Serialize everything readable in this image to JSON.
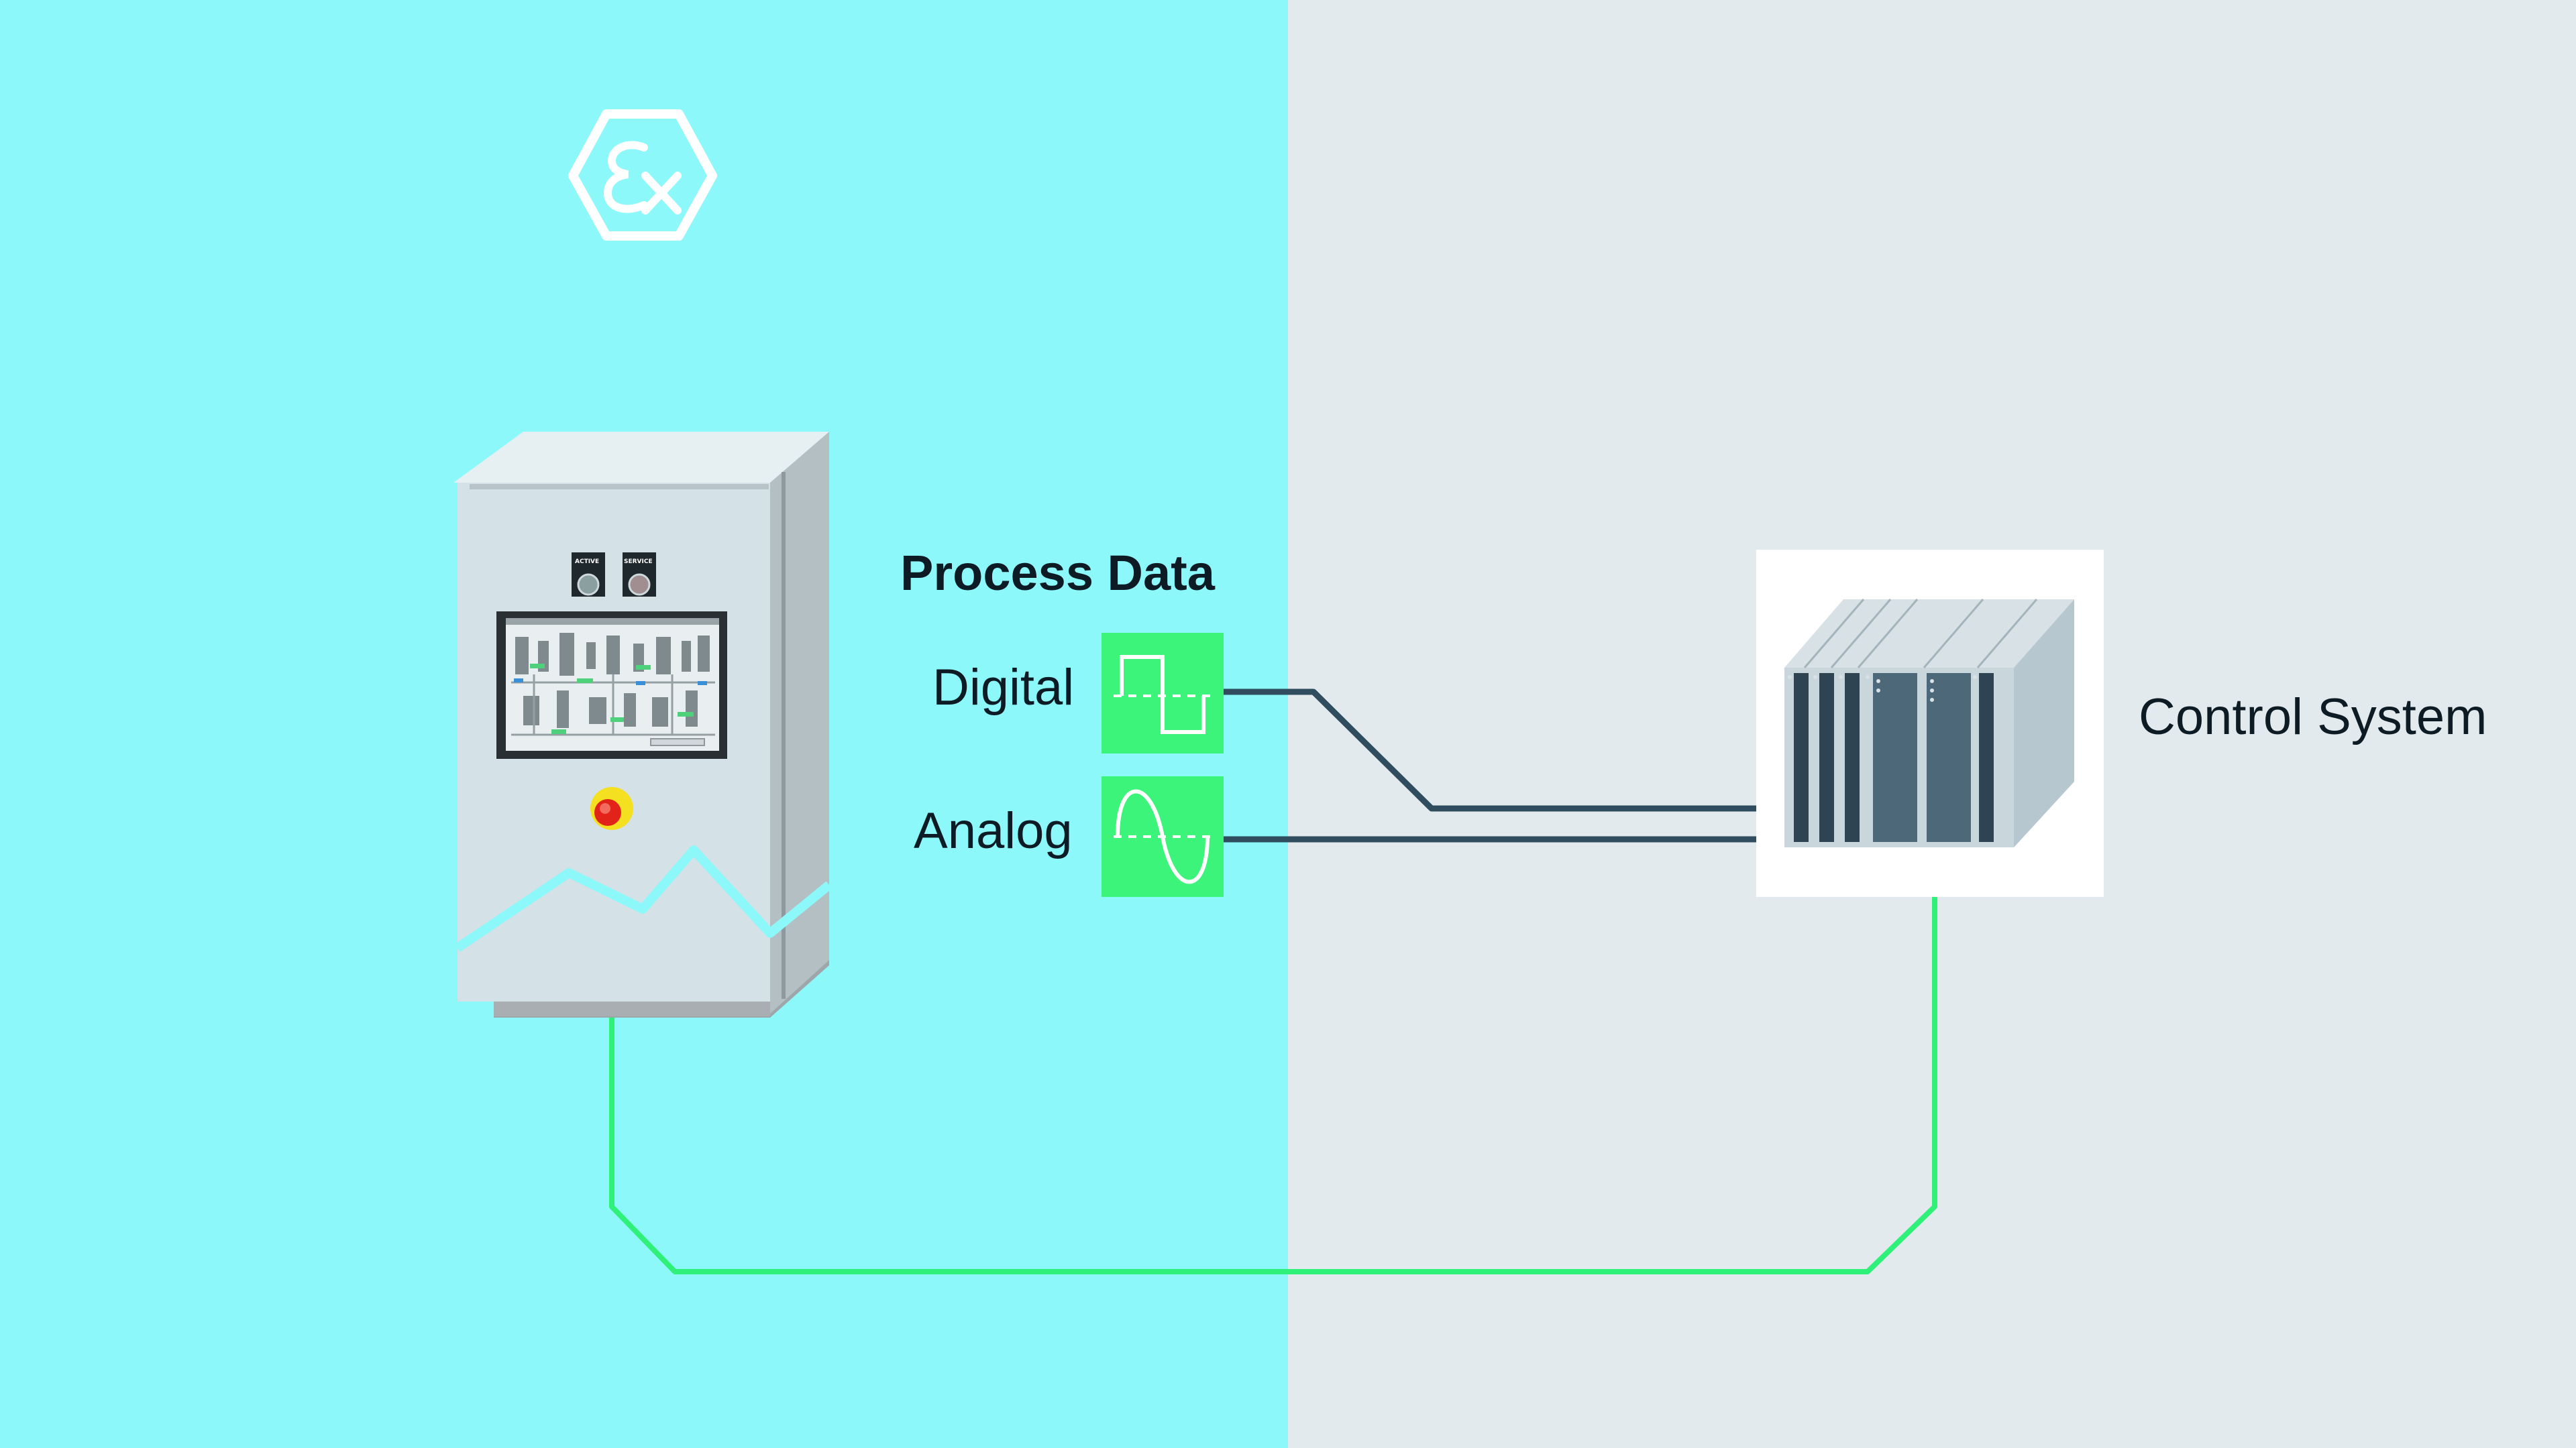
{
  "labels": {
    "process_data": "Process Data",
    "digital": "Digital",
    "analog": "Analog",
    "control_system": "Control System",
    "button_left": "ACTIVE",
    "button_right": "SERVICE"
  },
  "icons": {
    "hazard_zone": "ex-atex-hexagon-icon",
    "digital_signal": "square-wave-icon",
    "analog_signal": "sine-wave-icon",
    "controller": "plc-rack-icon",
    "emergency_stop": "emergency-stop-icon"
  },
  "colors": {
    "hazardous_area": "#8cf8fa",
    "safe_area": "#e3eaed",
    "signal_tile": "#3df47a",
    "signal_line": "#2f4d5e",
    "network_line": "#2ff17a",
    "cabinet": "#d4e1e6"
  }
}
